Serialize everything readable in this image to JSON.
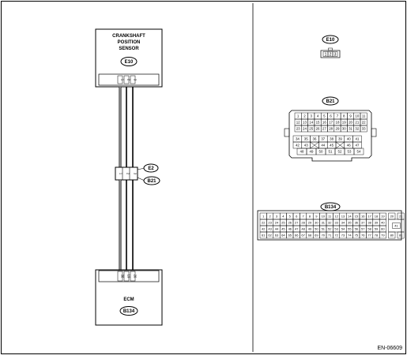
{
  "diagram": {
    "sensor": {
      "title_lines": [
        "CRANKSHAFT",
        "POSITION",
        "SENSOR"
      ],
      "connector": "E10",
      "pins": [
        "1",
        "2",
        "3"
      ]
    },
    "junction": {
      "connectors": [
        "E2",
        "B21"
      ],
      "pins": [
        "1",
        "2",
        "3"
      ]
    },
    "ecm": {
      "title": "ECM",
      "connector": "B134",
      "pins": [
        "30",
        "19",
        "20"
      ]
    },
    "footer": "EN-06609"
  },
  "connector_views": {
    "e10": {
      "label": "E10",
      "pins": [
        "1",
        "2",
        "3"
      ]
    },
    "b21": {
      "label": "B21",
      "rows": [
        [
          "1",
          "2",
          "3",
          "4",
          "5",
          "6",
          "7",
          "8",
          "9",
          "10",
          "11"
        ],
        [
          "12",
          "13",
          "14",
          "15",
          "16",
          "17",
          "18",
          "19",
          "20",
          "21",
          "22"
        ],
        [
          "23",
          "24",
          "25",
          "26",
          "27",
          "28",
          "29",
          "30",
          "31",
          "32",
          "33"
        ]
      ],
      "lower_rows": [
        [
          "34",
          "35",
          "36",
          "37",
          "38",
          "39",
          "40",
          "41"
        ],
        [
          "42",
          "43",
          "44",
          "45",
          "46",
          "47"
        ],
        [
          "48",
          "49",
          "50",
          "51",
          "52",
          "53",
          "54"
        ]
      ]
    },
    "b134": {
      "label": "B134",
      "rows": [
        [
          "1",
          "2",
          "3",
          "4",
          "5",
          "6",
          "7",
          "8",
          "9",
          "10",
          "11",
          "12",
          "13",
          "14",
          "15",
          "16",
          "17",
          "18",
          "19",
          "20",
          "21"
        ],
        [
          "22",
          "23",
          "24",
          "25",
          "26",
          "27",
          "28",
          "29",
          "30",
          "31",
          "32",
          "33",
          "34",
          "35",
          "36",
          "37",
          "38",
          "39",
          "40"
        ],
        [
          "42",
          "43",
          "44",
          "45",
          "46",
          "47",
          "48",
          "49",
          "50",
          "51",
          "52",
          "53",
          "54",
          "55",
          "56",
          "57",
          "58",
          "59",
          "60"
        ],
        [
          "61",
          "62",
          "63",
          "64",
          "65",
          "66",
          "67",
          "68",
          "69",
          "70",
          "71",
          "72",
          "73",
          "74",
          "75",
          "76",
          "77",
          "78",
          "79",
          "80",
          "81"
        ]
      ],
      "side_pin": "41"
    }
  }
}
